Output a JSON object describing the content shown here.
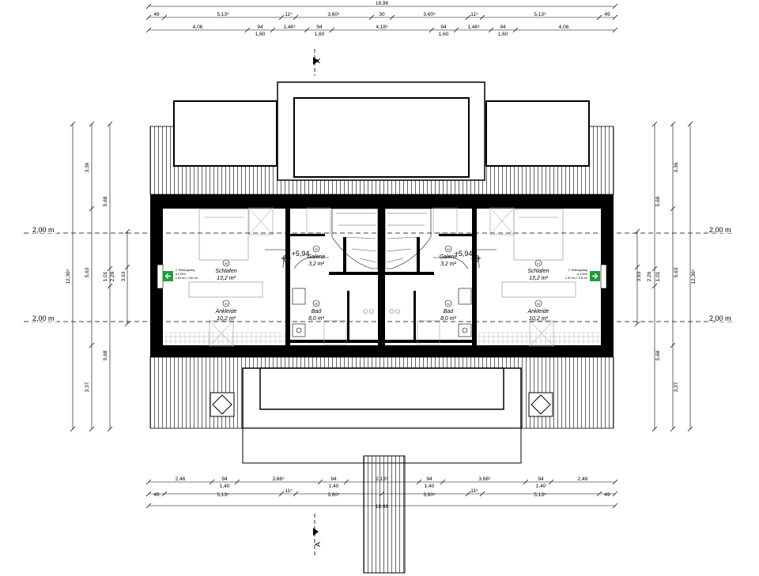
{
  "dimensions": {
    "top": {
      "total": "18,98",
      "row2": [
        "49",
        "5,13⁵",
        "11⁵",
        "3,60⁵",
        "30",
        "3,60⁵",
        "11⁵",
        "5,13⁵",
        "49"
      ],
      "row3": [
        "4,06",
        "94",
        "1,60",
        "1,46⁵",
        "94",
        "1,60",
        "4,18⁵",
        "94",
        "1,60",
        "1,46⁵",
        "94",
        "1,60",
        "4,06"
      ]
    },
    "bottom": {
      "row1": [
        "2,46",
        "94",
        "1,40",
        "3,68⁵",
        "94",
        "1,40",
        "2,13⁵",
        "94",
        "1,40",
        "3,68⁵",
        "94",
        "1,40",
        "2,46"
      ],
      "row2": [
        "49",
        "5,13⁵",
        "11⁵",
        "3,60⁵",
        "3,60⁵",
        "11⁵",
        "5,13⁵",
        "49"
      ],
      "total": "18,98"
    },
    "left": {
      "outer": "12,36⁵",
      "mid": [
        "3,36",
        "5,63",
        "3,37"
      ],
      "inner": [
        "5,68",
        "1,01",
        "5,68"
      ],
      "inner2": [
        "2,26",
        "3,63"
      ]
    },
    "right": {
      "outer": "12,36⁵",
      "mid": [
        "3,36",
        "5,63",
        "3,37"
      ],
      "inner": [
        "5,68",
        "1,01",
        "5,68"
      ],
      "inner2": [
        "2,26",
        "3,63"
      ]
    },
    "axis_line_label": "2,00 m"
  },
  "section": {
    "label": "A"
  },
  "rooms": {
    "left": {
      "schlafen": {
        "num": "05",
        "name": "Schlafen",
        "area": "13,2 m²"
      },
      "ankleide": {
        "num": "03",
        "name": "Ankleide",
        "area": "10,2 m²"
      },
      "galerie": {
        "num": "02",
        "name": "Galerie",
        "area": "3,2 m²"
      },
      "bad": {
        "num": "09",
        "name": "Bad",
        "area": "8,0 m²"
      },
      "level": "+5,94",
      "exit_note": [
        "2. Rettungsweg",
        "ø 0,90m",
        "≥ 60 cm × 100 cm"
      ]
    },
    "right": {
      "schlafen": {
        "num": "04",
        "name": "Schlafen",
        "area": "13,2 m²"
      },
      "ankleide": {
        "num": "04",
        "name": "Ankleide",
        "area": "10,2 m²"
      },
      "galerie": {
        "num": "04",
        "name": "Galerie",
        "area": "3,2 m²"
      },
      "bad": {
        "num": "04",
        "name": "Bad",
        "area": "8,0 m²"
      },
      "level": "+5,94",
      "exit_note": [
        "2. Rettungsweg",
        "ø 0,90m",
        "≥ 60 cm × 100 cm"
      ]
    }
  },
  "colors": {
    "line": "#000000",
    "exit_sign": "#1f9e3a",
    "background": "#ffffff"
  }
}
